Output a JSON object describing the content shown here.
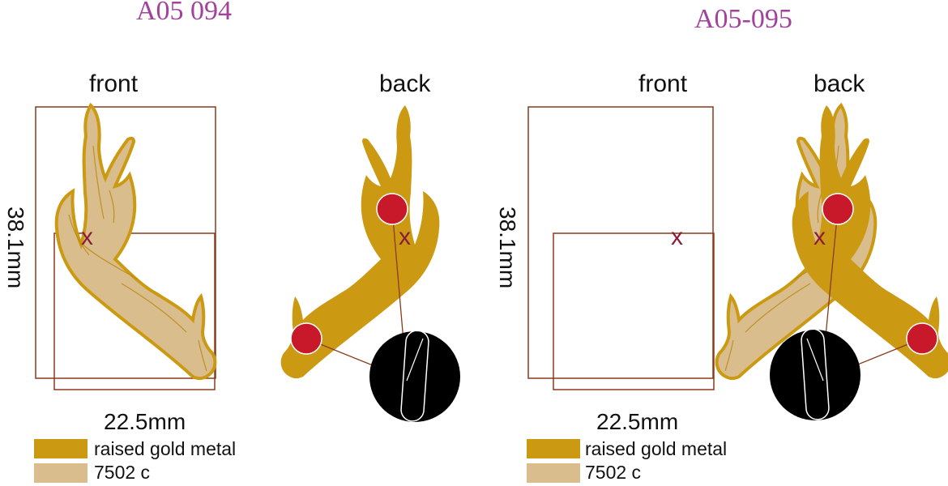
{
  "colors": {
    "raised_gold_metal": "#cc9a12",
    "pms_7502c": "#d9bd8c",
    "dimension_line": "#8a3a1a",
    "attachment_point": "#c8192a",
    "x_mark": "#8b1c3a",
    "title_text": "#a2429a",
    "pin_clutch": "#000000"
  },
  "designs": [
    {
      "code": "A05 094",
      "front_label": "front",
      "back_label": "back",
      "height_dimension": "38.1mm",
      "width_dimension": "22.5mm",
      "x_mark_front": "x",
      "x_mark_back": "x",
      "legend": [
        {
          "label": "raised gold metal",
          "color_key": "raised_gold_metal"
        },
        {
          "label": "7502 c",
          "color_key": "pms_7502c"
        }
      ]
    },
    {
      "code": "A05-095",
      "front_label": "front",
      "back_label": "back",
      "height_dimension": "38.1mm",
      "width_dimension": "22.5mm",
      "x_mark_front": "x",
      "x_mark_back": "x",
      "legend": [
        {
          "label": "raised gold metal",
          "color_key": "raised_gold_metal"
        },
        {
          "label": "7502 c",
          "color_key": "pms_7502c"
        }
      ]
    }
  ]
}
